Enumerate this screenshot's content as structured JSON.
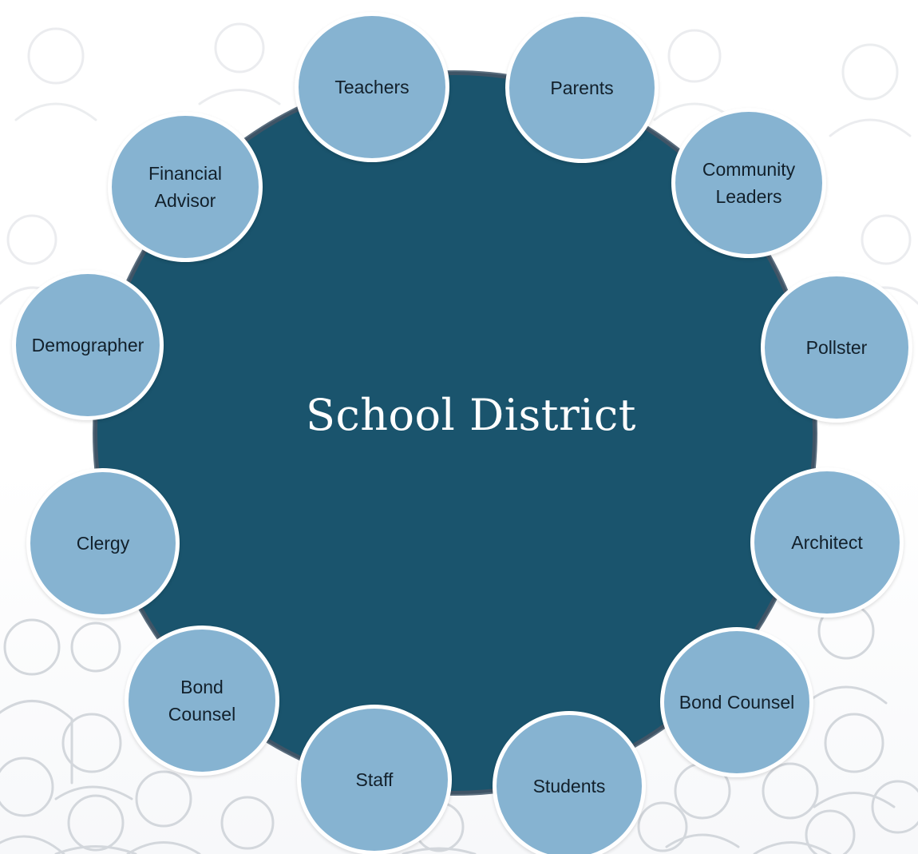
{
  "diagram": {
    "hub": {
      "label": "School District",
      "color": "#1a546d"
    },
    "node_color": "#86b3d1",
    "nodes": [
      {
        "id": "teachers",
        "label": "Teachers"
      },
      {
        "id": "parents",
        "label": "Parents"
      },
      {
        "id": "community-leaders",
        "label": "Community\nLeaders"
      },
      {
        "id": "pollster",
        "label": "Pollster"
      },
      {
        "id": "architect",
        "label": "Architect"
      },
      {
        "id": "bond-counsel-right",
        "label": "Bond Counsel"
      },
      {
        "id": "students",
        "label": "Students"
      },
      {
        "id": "staff",
        "label": "Staff"
      },
      {
        "id": "bond-counsel-left",
        "label": "Bond\nCounsel"
      },
      {
        "id": "clergy",
        "label": "Clergy"
      },
      {
        "id": "demographer",
        "label": "Demographer"
      },
      {
        "id": "financial-advisor",
        "label": "Financial\nAdvisor"
      }
    ]
  }
}
